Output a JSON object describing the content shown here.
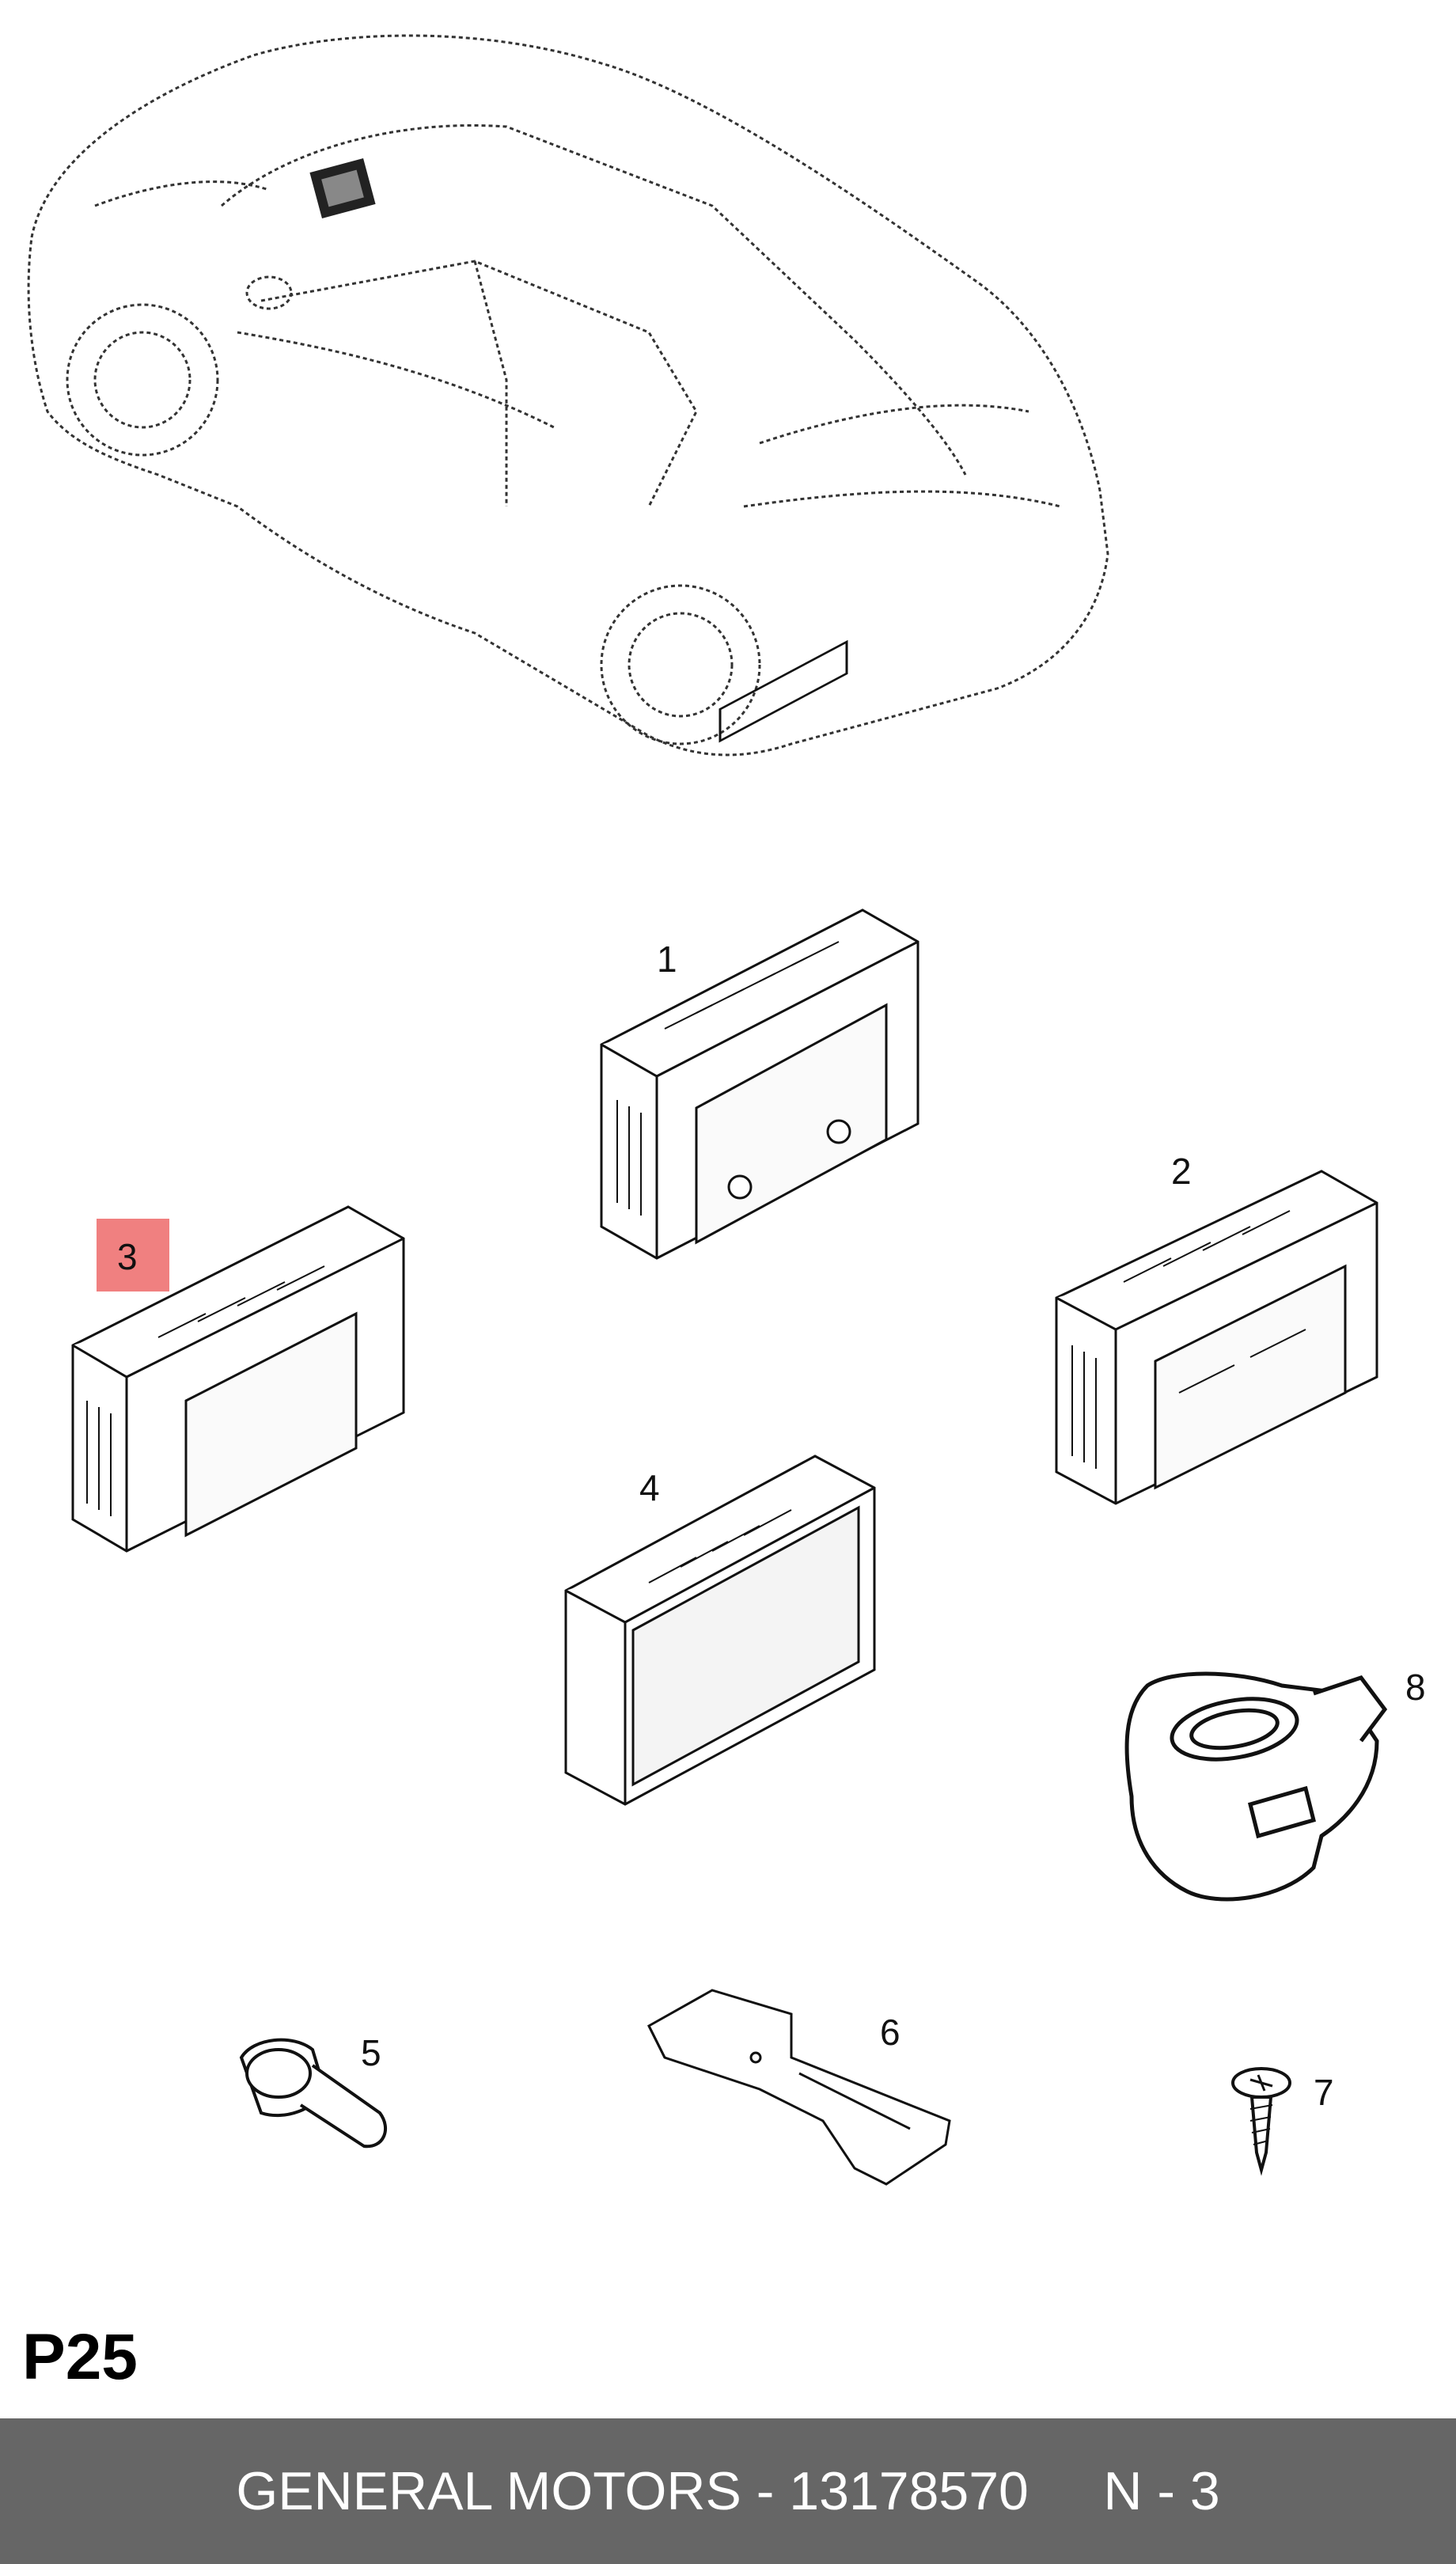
{
  "diagram": {
    "part_labels": [
      "1",
      "2",
      "3",
      "4",
      "5",
      "6",
      "7",
      "8"
    ],
    "highlighted_part": "3",
    "highlight_color": "#f08080"
  },
  "page_code": "P25",
  "footer": {
    "brand_part": "GENERAL MOTORS - 13178570",
    "quantity": "N - 3",
    "background_color": "#666666",
    "text_color": "#ffffff"
  }
}
